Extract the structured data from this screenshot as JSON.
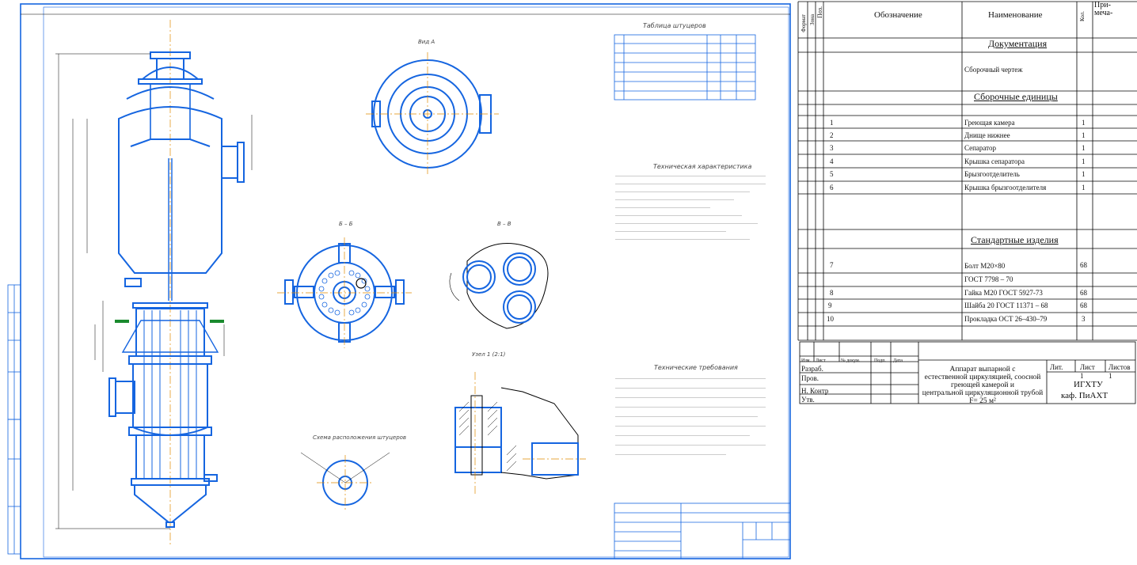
{
  "drawing": {
    "section_titles": {
      "nozzle_table": "Таблица штуцеров",
      "tech_characteristics": "Техническая характеристика",
      "tech_requirements": "Технические требования",
      "nozzle_layout": "Схема расположения штуцеров",
      "view_a": "Вид А",
      "section_bb": "Б – Б",
      "section_vv": "В – В",
      "node_1": "Узел 1",
      "node_1_2": "Узел 1 (2:1)"
    },
    "colors": {
      "vessel": "#1565e0",
      "outline": "#000000",
      "axis": "#e08a00",
      "green": "#1a8a2e"
    }
  },
  "spec": {
    "headers": {
      "fmt": "Формат",
      "zone": "Зона",
      "pos": "Поз.",
      "designation": "Обозначение",
      "name": "Наименование",
      "qty": "Кол.",
      "note": "При-\nмеча-"
    },
    "sections": {
      "docs": "Документация",
      "assemblies": "Сборочные единицы",
      "standard": "Стандартные изделия"
    },
    "doc_item": "Сборочный чертеж",
    "items": [
      {
        "pos": "1",
        "name": "Греющая камера",
        "qty": "1"
      },
      {
        "pos": "2",
        "name": "Днище нижнее",
        "qty": "1"
      },
      {
        "pos": "3",
        "name": "Сепаратор",
        "qty": "1"
      },
      {
        "pos": "4",
        "name": "Крышка сепаратора",
        "qty": "1"
      },
      {
        "pos": "5",
        "name": "Брызгоотделитель",
        "qty": "1"
      },
      {
        "pos": "6",
        "name": "Крышка брызгоотделителя",
        "qty": "1"
      }
    ],
    "standard_items": [
      {
        "pos": "7",
        "name": "Болт М20×80",
        "qty": "68"
      },
      {
        "pos": "",
        "name": "ГОСТ 7798 – 70",
        "qty": ""
      },
      {
        "pos": "8",
        "name": "Гайка М20 ГОСТ 5927-73",
        "qty": "68"
      },
      {
        "pos": "9",
        "name": "Шайба 20 ГОСТ 11371 – 68",
        "qty": "68"
      },
      {
        "pos": "10",
        "name": "Прокладка ОСТ 26–430–79",
        "qty": "3"
      }
    ]
  },
  "title_block": {
    "labels": {
      "izm": "Изм.",
      "list": "Лист",
      "ndoc": "№ докум.",
      "podp": "Подп.",
      "data": "Дата"
    },
    "roles": [
      "Разраб.",
      "Пров.",
      "Н. Контр",
      "Утв."
    ],
    "title_lines": [
      "Аппарат выпарной с",
      "естественной циркуляцией, соосной",
      "греющей камерой и",
      "центральной циркуляционной трубой",
      "F= 25 м²"
    ],
    "lit_label": "Лит.",
    "sheet_label": "Лист",
    "sheets_label": "Листов",
    "sheet_value": "1",
    "sheets_value": "1",
    "org_lines": [
      "ИГХТУ",
      "каф. ПиАХТ"
    ]
  }
}
